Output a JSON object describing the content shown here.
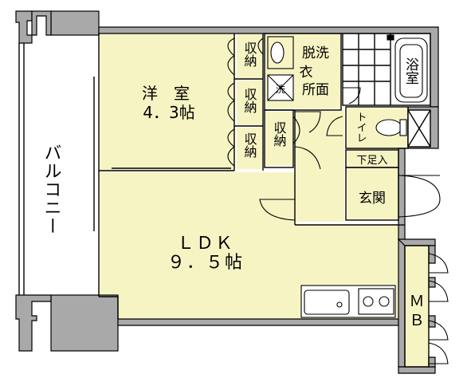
{
  "floorplan": {
    "balcony": "バルコニー",
    "western_room": {
      "name": "洋　室",
      "size": "4．3帖"
    },
    "storage": "収納",
    "washroom": {
      "line1": "脱洗",
      "line2": "衣",
      "line3": "所面"
    },
    "washer": "洗",
    "bath": "浴室",
    "toilet": "トイレ",
    "shoe_box": "下足入",
    "entrance": "玄関",
    "ldk": {
      "name": "ＬＤＫ",
      "size": "９．５帖"
    },
    "mb": {
      "line1": "Ｍ",
      "line2": "Ｂ"
    }
  },
  "colors": {
    "floor_fill": "#f7f4c4",
    "wall_fill": "#a9a9a9",
    "line": "#000000",
    "white": "#ffffff"
  }
}
